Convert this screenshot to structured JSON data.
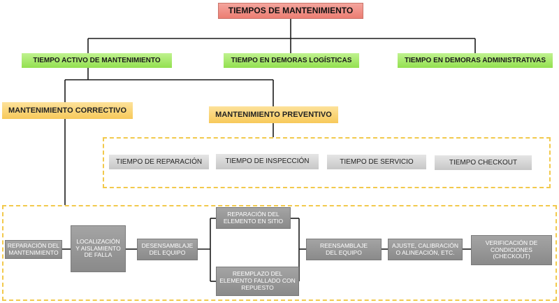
{
  "title": "TIEMPOS DE MANTENIMIENTO",
  "level1": [
    "TIEMPO ACTIVO DE MANTENIMIENTO",
    "TIEMPO EN DEMORAS LOGÍSTICAS",
    "TIEMPO EN DEMORAS ADMINISTRATIVAS"
  ],
  "level2": {
    "corrective": "MANTENIMIENTO CORRECTIVO",
    "preventive": "MANTENIMIENTO PREVENTIVO"
  },
  "preventive_items": [
    "TIEMPO DE REPARACIÓN",
    "TIEMPO DE INSPECCIÓN",
    "TIEMPO DE SERVICIO",
    "TIEMPO CHECKOUT"
  ],
  "corrective_steps": {
    "reparacion_mantenimiento": "REPARACIÓN DEL MANTENIMIENTO",
    "localizacion": "LOCALIZACIÓN Y AISLAMIENTO DE FALLA",
    "desensamblaje": "DESENSAMBLAJE DEL EQUIPO",
    "reparacion_elemento": "REPARACIÓN DEL ELEMENTO EN SITIO",
    "reemplazo": "REEMPLAZO DEL ELEMENTO FALLADO CON REPUESTO",
    "reensamblaje": "REENSAMBLAJE DEL EQUIPO",
    "ajuste": "AJUSTE, CALIBRACIÓN O ALINEACIÓN, ETC.",
    "verificacion": "VERIFICACIÓN DE CONDICIONES (CHECKOUT)"
  },
  "colors": {
    "title_box": "#ec7d72",
    "level1_box": "#93e04f",
    "level2_box": "#f7c95a",
    "dashed_border": "#f2c94c",
    "step_box": "#8a8a8a",
    "connector": "#1a1a1a"
  }
}
